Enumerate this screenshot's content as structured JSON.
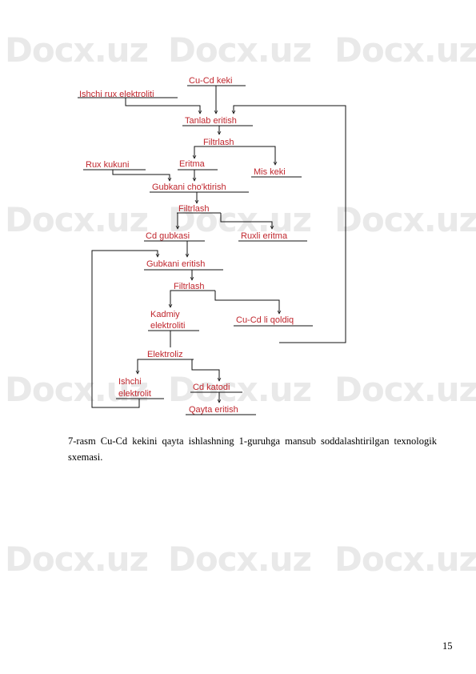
{
  "watermark": {
    "text": "Docx.uz",
    "color": "#e9e9e9"
  },
  "diagram": {
    "nodes": {
      "cu_cd_keki": "Cu-Cd keki",
      "ishchi_rux_elektroliti": "Ishchi rux elektroliti",
      "tanlab_eritish": "Tanlab eritish",
      "filtrlash_1": "Filtrlash",
      "rux_kukuni": "Rux kukuni",
      "eritma": "Eritma",
      "mis_keki": "Mis keki",
      "gubkani_chiktirish": "Gubkani cho'ktirish",
      "filtrlash_2": "Filtrlash",
      "cd_gubkasi": "Cd gubkasi",
      "ruxli_eritma": "Ruxli eritma",
      "gubkani_eritish": "Gubkani eritish",
      "filtrlash_3": "Filtrlash",
      "kadmiy_line1": "Kadmiy",
      "kadmiy_line2": "elektroliti",
      "cu_cd_qoldiq": "Cu-Cd li qoldiq",
      "elektroliz": "Elektroliz",
      "ishchi_line1": "Ishchi",
      "ishchi_line2": "elektrolit",
      "cd_katodi": "Cd katodi",
      "qayta_eritish": "Qayta eritish"
    },
    "label_color": "#c0262d"
  },
  "caption": "7-rasm  Cu-Cd  kekini  qayta  ishlashning  1-guruhga  mansub  soddalashtirilgan texnologik sxemasi.",
  "page_number": "15"
}
